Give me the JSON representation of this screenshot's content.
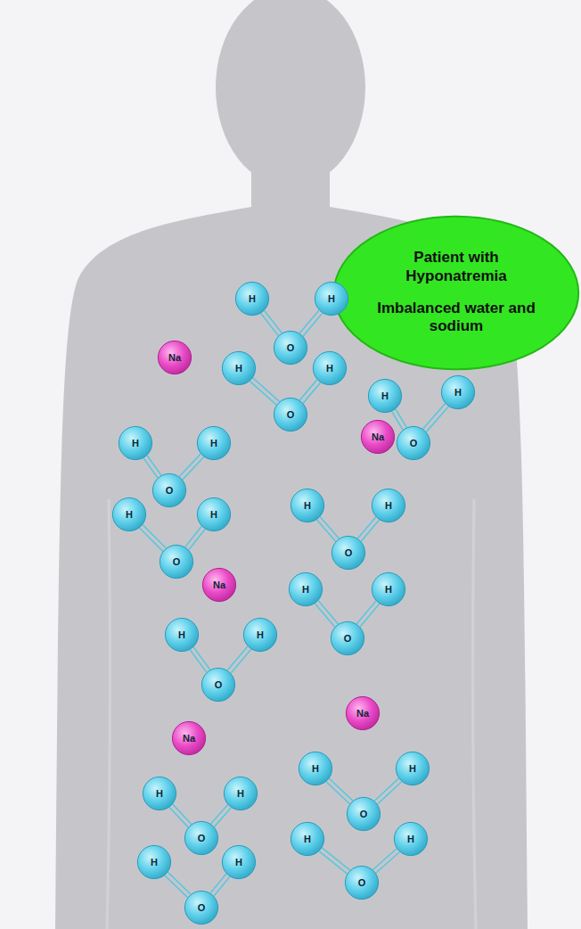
{
  "diagram": {
    "nodes": [
      {
        "text": [
          "Patient with Hyponatremia",
          "Imbalanced water and sodium"
        ]
      },
      {
        "text": [
          "Na"
        ]
      },
      {
        "text": [
          "H"
        ]
      },
      {
        "text": [
          "H"
        ]
      },
      {
        "text": [
          "O"
        ]
      },
      {
        "text": [
          "H"
        ]
      },
      {
        "text": [
          "H"
        ]
      },
      {
        "text": [
          "O"
        ]
      },
      {
        "text": [
          "H"
        ]
      },
      {
        "text": [
          "H"
        ]
      },
      {
        "text": [
          "O"
        ]
      },
      {
        "text": [
          "Na"
        ]
      },
      {
        "text": [
          "H"
        ]
      },
      {
        "text": [
          "H"
        ]
      },
      {
        "text": [
          "O"
        ]
      },
      {
        "text": [
          "H"
        ]
      },
      {
        "text": [
          "H"
        ]
      },
      {
        "text": [
          "O"
        ]
      },
      {
        "text": [
          "H"
        ]
      },
      {
        "text": [
          "H"
        ]
      },
      {
        "text": [
          "O"
        ]
      },
      {
        "text": [
          "Na"
        ]
      },
      {
        "text": [
          "H"
        ]
      },
      {
        "text": [
          "H"
        ]
      },
      {
        "text": [
          "O"
        ]
      },
      {
        "text": [
          "H"
        ]
      },
      {
        "text": [
          "H"
        ]
      },
      {
        "text": [
          "O"
        ]
      },
      {
        "text": [
          "Na"
        ]
      },
      {
        "text": [
          "Na"
        ]
      },
      {
        "text": [
          "H"
        ]
      },
      {
        "text": [
          "H"
        ]
      },
      {
        "text": [
          "O"
        ]
      },
      {
        "text": [
          "H"
        ]
      },
      {
        "text": [
          "H"
        ]
      },
      {
        "text": [
          "O"
        ]
      },
      {
        "text": [
          "H"
        ]
      },
      {
        "text": [
          "H"
        ]
      },
      {
        "text": [
          "O"
        ]
      },
      {
        "text": [
          "H"
        ]
      },
      {
        "text": [
          "H"
        ]
      },
      {
        "text": [
          "O"
        ]
      }
    ],
    "edges": [
      {
        "from": 2,
        "to": 4,
        "arrow": "none"
      },
      {
        "from": 3,
        "to": 4,
        "arrow": "none"
      },
      {
        "from": 5,
        "to": 7,
        "arrow": "none"
      },
      {
        "from": 6,
        "to": 7,
        "arrow": "none"
      },
      {
        "from": 8,
        "to": 10,
        "arrow": "none"
      },
      {
        "from": 9,
        "to": 10,
        "arrow": "none"
      },
      {
        "from": 12,
        "to": 14,
        "arrow": "none"
      },
      {
        "from": 13,
        "to": 14,
        "arrow": "none"
      },
      {
        "from": 15,
        "to": 17,
        "arrow": "none"
      },
      {
        "from": 16,
        "to": 17,
        "arrow": "none"
      },
      {
        "from": 18,
        "to": 20,
        "arrow": "none"
      },
      {
        "from": 19,
        "to": 20,
        "arrow": "none"
      },
      {
        "from": 22,
        "to": 24,
        "arrow": "none"
      },
      {
        "from": 23,
        "to": 24,
        "arrow": "none"
      },
      {
        "from": 25,
        "to": 27,
        "arrow": "none"
      },
      {
        "from": 26,
        "to": 27,
        "arrow": "none"
      },
      {
        "from": 30,
        "to": 32,
        "arrow": "none"
      },
      {
        "from": 31,
        "to": 32,
        "arrow": "none"
      },
      {
        "from": 33,
        "to": 35,
        "arrow": "none"
      },
      {
        "from": 34,
        "to": 35,
        "arrow": "none"
      },
      {
        "from": 36,
        "to": 38,
        "arrow": "none"
      },
      {
        "from": 37,
        "to": 38,
        "arrow": "none"
      },
      {
        "from": 39,
        "to": 41,
        "arrow": "none"
      },
      {
        "from": 40,
        "to": 41,
        "arrow": "none"
      }
    ]
  }
}
